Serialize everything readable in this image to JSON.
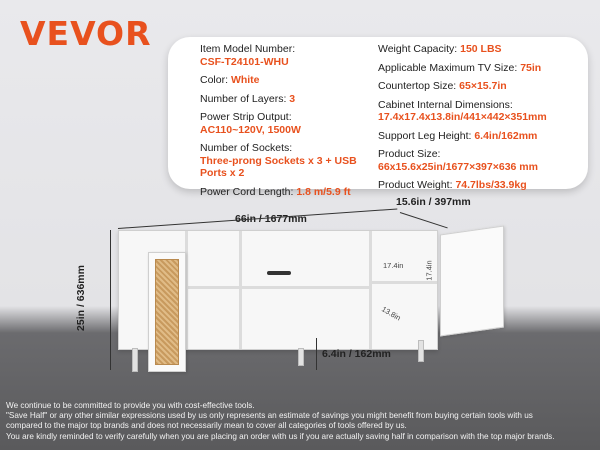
{
  "brand": {
    "logo_text": "VEVOR",
    "accent_color": "#e8511e"
  },
  "specs_left": [
    {
      "label": "Item Model Number:",
      "value": "CSF-T24101-WHU",
      "block": true
    },
    {
      "label": "Color:",
      "value": "White",
      "block": false
    },
    {
      "label": "Number of Layers:",
      "value": "3",
      "block": false
    },
    {
      "label": "Power Strip Output:",
      "value": "AC110~120V, 1500W",
      "block": true
    },
    {
      "label": "Number of Sockets:",
      "value": "Three-prong Sockets x 3 + USB Ports x 2",
      "block": true
    },
    {
      "label": "Power Cord Length:",
      "value": "1.8 m/5.9 ft",
      "block": false
    }
  ],
  "specs_right": [
    {
      "label": "Weight Capacity:",
      "value": "150 LBS",
      "block": false
    },
    {
      "label": "Applicable Maximum TV Size:",
      "value": "75in",
      "block": false
    },
    {
      "label": "Countertop Size:",
      "value": "65×15.7in",
      "block": false
    },
    {
      "label": "Cabinet Internal Dimensions:",
      "value": "17.4x17.4x13.8in/441×442×351mm",
      "block": true
    },
    {
      "label": "Support Leg Height:",
      "value": "6.4in/162mm",
      "block": false
    },
    {
      "label": "Product Size:",
      "value": "66x15.6x25in/1677×397×636 mm",
      "block": true
    },
    {
      "label": "Product Weight:",
      "value": "74.7lbs/33.9kg",
      "block": false
    }
  ],
  "dimensions": {
    "width": "66in / 1677mm",
    "depth": "15.6in / 397mm",
    "height": "25in / 636mm",
    "leg": "6.4in / 162mm",
    "inner_w": "17.4in",
    "inner_h": "17.4in",
    "inner_d": "13.8in"
  },
  "disclaimer": [
    "We continue to be committed to provide you with cost-effective tools.",
    "\"Save Half\" or any other similar expressions used by us only represents an estimate of savings you might benefit from buying certain tools with us",
    "compared to the major top brands and does not necessarily mean to cover all categories of tools offered by us.",
    "You are kindly reminded to verify carefully when you are placing an order with us if you are actually saving half in comparison with the top major brands."
  ]
}
